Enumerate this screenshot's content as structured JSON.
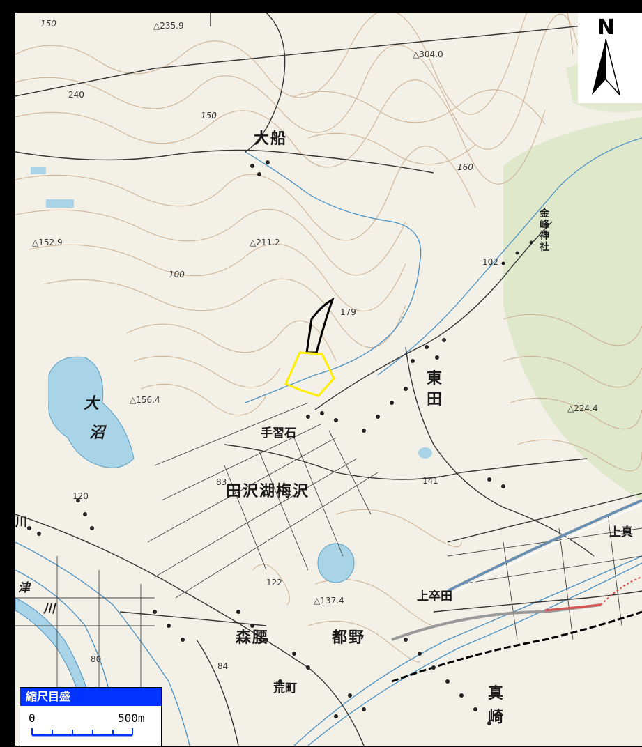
{
  "map": {
    "north_label": "N",
    "scale": {
      "title": "縮尺目盛",
      "zero": "0",
      "max": "500m"
    },
    "places": {
      "ofune": "大船",
      "tenaraiishi": "手習石",
      "higashida_1": "東",
      "higashida_2": "田",
      "tazawako_umezawa": "田沢湖梅沢",
      "onuma_1": "大",
      "onuma_2": "沼",
      "morikoshi": "森腰",
      "tsuno": "都野",
      "aramachi": "荒町",
      "kamisotsuda": "上卒田",
      "kami_ma": "上真",
      "masaki_1": "真",
      "masaki_2": "崎",
      "kanamine_1": "金",
      "kanamine_2": "峰",
      "kanamine_3": "神",
      "kanamine_4": "社",
      "kawa_left": "川",
      "tsu_left": "津",
      "kawa_left2": "川"
    },
    "elevations": {
      "e235": "△235.9",
      "e304": "△304.0",
      "e240": "240",
      "e150a": "150",
      "e150b": "150",
      "e160": "160",
      "e152": "△152.9",
      "e211": "△211.2",
      "e100": "100",
      "e102": "102",
      "e179": "179",
      "e156": "△156.4",
      "e224": "△224.4",
      "e141": "141",
      "e83": "83",
      "e120": "120",
      "e122": "122",
      "e137": "△137.4",
      "e84": "84",
      "e80": "80"
    },
    "colors": {
      "land": "#f3f0e7",
      "contour": "#c9a98a",
      "forest": "#cfe2b6",
      "water": "#a9d4e8",
      "road": "#333333",
      "rail": "#4a90c2",
      "study_area": "#ffee00",
      "channel": "#000000",
      "scale_header": "#0033ff"
    }
  }
}
